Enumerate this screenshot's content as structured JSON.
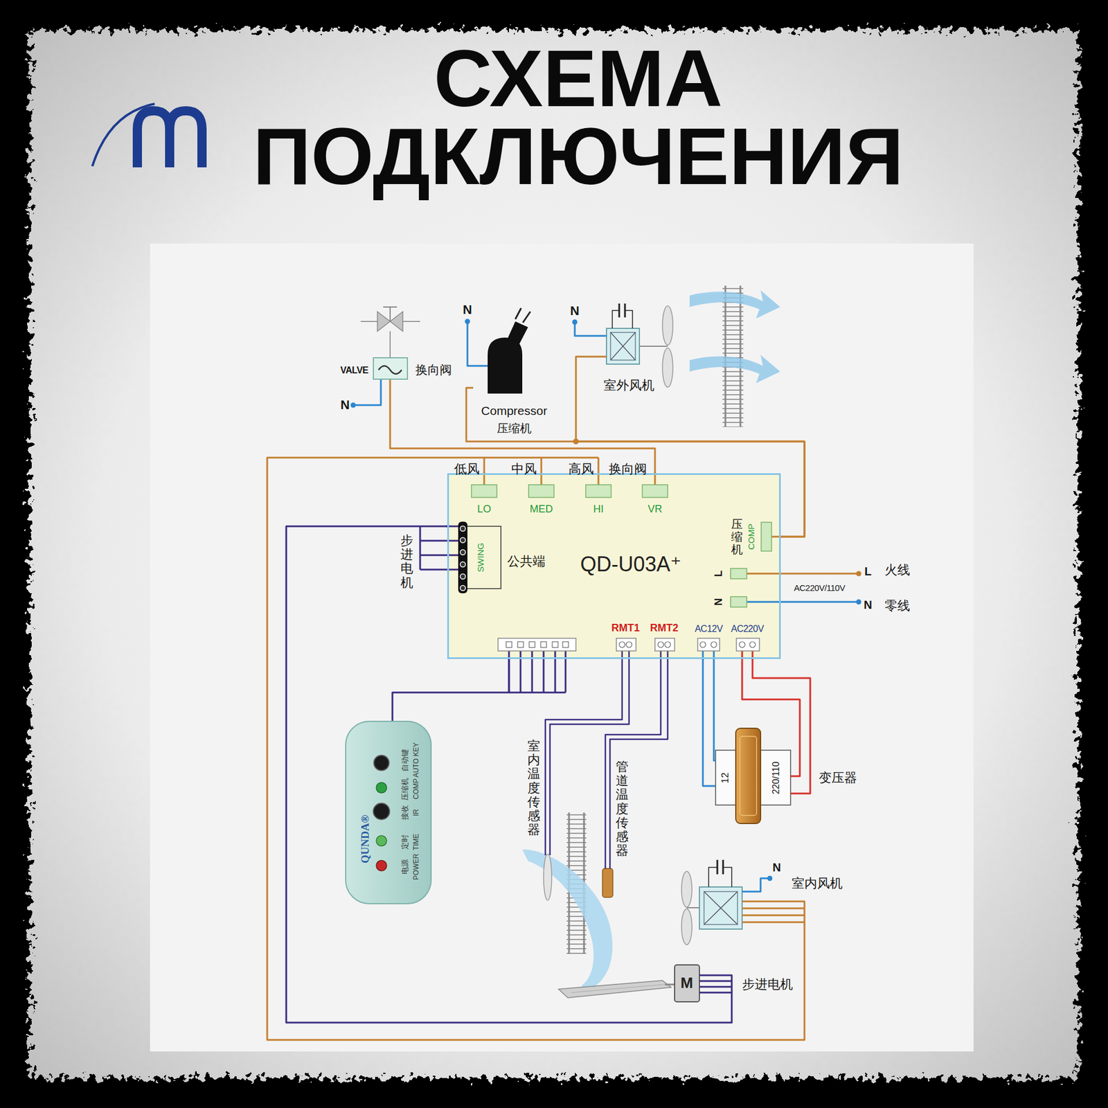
{
  "diagram": {
    "title": "СХЕМА ПОДКЛЮЧЕНИЯ",
    "nodes": [
      {
        "text": [
          "VALVE",
          "换向阀"
        ]
      },
      {
        "text": [
          "Compressor",
          "压缩机"
        ]
      },
      {
        "text": [
          "室外风机"
        ]
      },
      {
        "text": [
          "QD-U03A⁺"
        ]
      },
      {
        "text": [
          "QUNDA®",
          "自动键",
          "AUTO KEY",
          "压缩机",
          "COMP",
          "接收",
          "IR",
          "定时",
          "TIME",
          "电源",
          "POWER"
        ]
      },
      {
        "text": [
          "12",
          "220/110",
          "变压器"
        ]
      },
      {
        "text": [
          "室内风机"
        ]
      },
      {
        "text": [
          "M",
          "步进电机"
        ]
      }
    ],
    "edges": [
      {
        "from": 0,
        "to": 3,
        "arrow": "none"
      },
      {
        "from": 1,
        "to": 3,
        "arrow": "none"
      },
      {
        "from": 2,
        "to": 3,
        "arrow": "none"
      },
      {
        "from": 4,
        "to": 3,
        "arrow": "none"
      },
      {
        "from": 5,
        "to": 3,
        "arrow": "none"
      },
      {
        "from": 5,
        "to": 3,
        "arrow": "none"
      },
      {
        "from": 6,
        "to": 3,
        "arrow": "none"
      },
      {
        "from": 7,
        "to": 3,
        "arrow": "none"
      }
    ],
    "labels": [
      "N",
      "N",
      "N",
      "低风",
      "中风",
      "高风",
      "换向阀",
      "LO",
      "MED",
      "HI",
      "VR",
      "步进电机",
      "SWING",
      "公共端",
      "压缩机",
      "COMP",
      "L",
      "N",
      "L",
      "火线",
      "AC220V/110V",
      "N",
      "零线",
      "RMT1",
      "RMT2",
      "AC12V",
      "AC220V",
      "室内温度传感器",
      "管道温度传感器",
      "N"
    ]
  }
}
